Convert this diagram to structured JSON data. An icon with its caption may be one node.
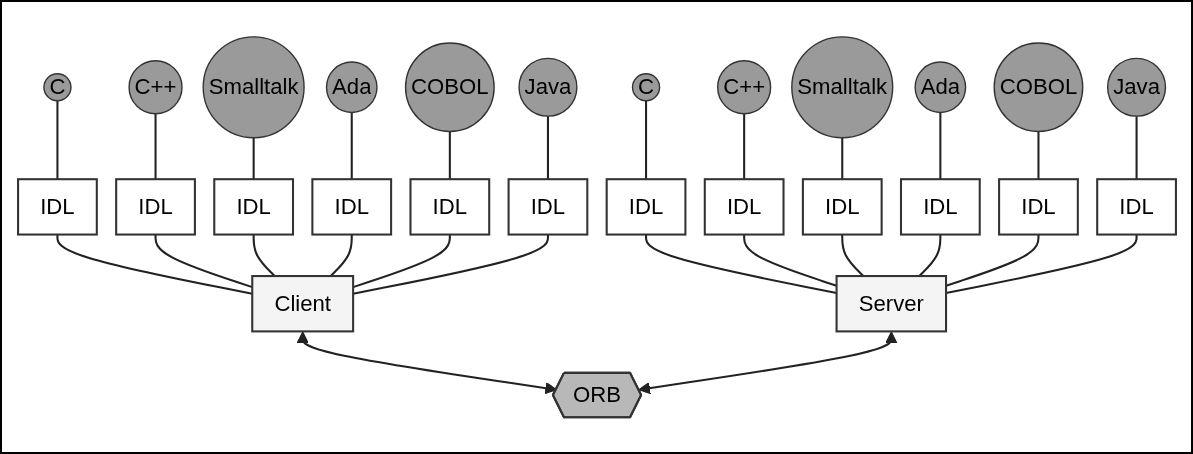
{
  "diagram": {
    "nodes": [
      {
        "text": [
          "C"
        ]
      },
      {
        "text": [
          "C++"
        ]
      },
      {
        "text": [
          "Smalltalk"
        ]
      },
      {
        "text": [
          "Ada"
        ]
      },
      {
        "text": [
          "COBOL"
        ]
      },
      {
        "text": [
          "Java"
        ]
      },
      {
        "text": [
          "C"
        ]
      },
      {
        "text": [
          "C++"
        ]
      },
      {
        "text": [
          "Smalltalk"
        ]
      },
      {
        "text": [
          "Ada"
        ]
      },
      {
        "text": [
          "COBOL"
        ]
      },
      {
        "text": [
          "Java"
        ]
      },
      {
        "text": [
          "IDL"
        ]
      },
      {
        "text": [
          "IDL"
        ]
      },
      {
        "text": [
          "IDL"
        ]
      },
      {
        "text": [
          "IDL"
        ]
      },
      {
        "text": [
          "IDL"
        ]
      },
      {
        "text": [
          "IDL"
        ]
      },
      {
        "text": [
          "IDL"
        ]
      },
      {
        "text": [
          "IDL"
        ]
      },
      {
        "text": [
          "IDL"
        ]
      },
      {
        "text": [
          "IDL"
        ]
      },
      {
        "text": [
          "IDL"
        ]
      },
      {
        "text": [
          "IDL"
        ]
      },
      {
        "text": [
          "Client"
        ]
      },
      {
        "text": [
          "Server"
        ]
      },
      {
        "text": [
          "ORB"
        ]
      }
    ],
    "edges": [
      {
        "from": 0,
        "to": 12,
        "arrow": "none"
      },
      {
        "from": 1,
        "to": 13,
        "arrow": "none"
      },
      {
        "from": 2,
        "to": 14,
        "arrow": "none"
      },
      {
        "from": 3,
        "to": 15,
        "arrow": "none"
      },
      {
        "from": 4,
        "to": 16,
        "arrow": "none"
      },
      {
        "from": 5,
        "to": 17,
        "arrow": "none"
      },
      {
        "from": 6,
        "to": 18,
        "arrow": "none"
      },
      {
        "from": 7,
        "to": 19,
        "arrow": "none"
      },
      {
        "from": 8,
        "to": 20,
        "arrow": "none"
      },
      {
        "from": 9,
        "to": 21,
        "arrow": "none"
      },
      {
        "from": 10,
        "to": 22,
        "arrow": "none"
      },
      {
        "from": 11,
        "to": 23,
        "arrow": "none"
      },
      {
        "from": 12,
        "to": 24,
        "arrow": "none"
      },
      {
        "from": 13,
        "to": 24,
        "arrow": "none"
      },
      {
        "from": 14,
        "to": 24,
        "arrow": "none"
      },
      {
        "from": 15,
        "to": 24,
        "arrow": "none"
      },
      {
        "from": 16,
        "to": 24,
        "arrow": "none"
      },
      {
        "from": 17,
        "to": 24,
        "arrow": "none"
      },
      {
        "from": 18,
        "to": 25,
        "arrow": "none"
      },
      {
        "from": 19,
        "to": 25,
        "arrow": "none"
      },
      {
        "from": 20,
        "to": 25,
        "arrow": "none"
      },
      {
        "from": 21,
        "to": 25,
        "arrow": "none"
      },
      {
        "from": 22,
        "to": 25,
        "arrow": "none"
      },
      {
        "from": 23,
        "to": 25,
        "arrow": "none"
      },
      {
        "from": 24,
        "to": 26,
        "arrow": "both"
      },
      {
        "from": 25,
        "to": 26,
        "arrow": "both"
      }
    ]
  }
}
